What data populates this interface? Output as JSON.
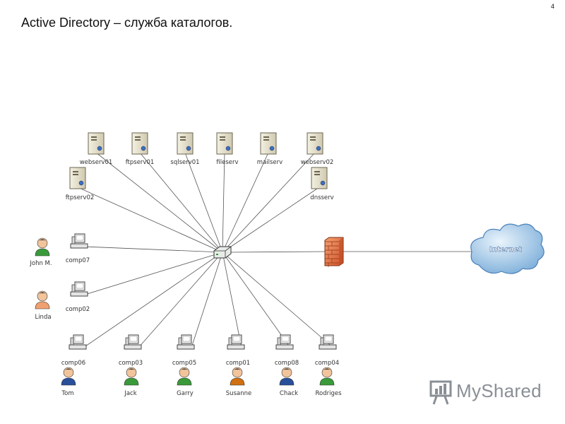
{
  "slide": {
    "title": "Active Directory – служба каталогов.",
    "page_number": "4"
  },
  "network": {
    "hub": "switch-icon",
    "firewall": "firewall-icon",
    "internet_label": "Internet",
    "servers": [
      {
        "label": "webserv01",
        "icon": "server-icon"
      },
      {
        "label": "ftpserv01",
        "icon": "server-icon"
      },
      {
        "label": "sqlserv01",
        "icon": "server-icon"
      },
      {
        "label": "fileserv",
        "icon": "server-icon"
      },
      {
        "label": "mailserv",
        "icon": "server-icon"
      },
      {
        "label": "webserv02",
        "icon": "server-icon"
      },
      {
        "label": "ftpserv02",
        "icon": "server-icon"
      },
      {
        "label": "dnsserv",
        "icon": "server-icon"
      }
    ],
    "computers": [
      {
        "label": "comp07",
        "icon": "workstation-icon"
      },
      {
        "label": "comp02",
        "icon": "workstation-icon"
      },
      {
        "label": "comp06",
        "icon": "workstation-icon"
      },
      {
        "label": "comp03",
        "icon": "workstation-icon"
      },
      {
        "label": "comp05",
        "icon": "workstation-icon"
      },
      {
        "label": "comp01",
        "icon": "workstation-icon"
      },
      {
        "label": "comp08",
        "icon": "workstation-icon"
      },
      {
        "label": "comp04",
        "icon": "workstation-icon"
      }
    ],
    "users": [
      {
        "label": "John M.",
        "icon": "user-icon",
        "color": "#3a9a3a"
      },
      {
        "label": "Linda",
        "icon": "user-icon",
        "color": "#f0a070"
      },
      {
        "label": "Tom",
        "icon": "user-icon",
        "color": "#2a4f9a"
      },
      {
        "label": "Jack",
        "icon": "user-icon",
        "color": "#3a9a3a"
      },
      {
        "label": "Garry",
        "icon": "user-icon",
        "color": "#3a9a3a"
      },
      {
        "label": "Susanne",
        "icon": "user-icon",
        "color": "#d07010"
      },
      {
        "label": "Chack",
        "icon": "user-icon",
        "color": "#2a4f9a"
      },
      {
        "label": "Rodriges",
        "icon": "user-icon",
        "color": "#3a9a3a"
      }
    ]
  },
  "watermark": {
    "text": "MyShared",
    "icon": "myshared-logo-icon"
  },
  "colors": {
    "link": "#555555",
    "server": "#e9e4cf",
    "firewall": "#e0703a",
    "cloud": "#9ec4e6"
  }
}
